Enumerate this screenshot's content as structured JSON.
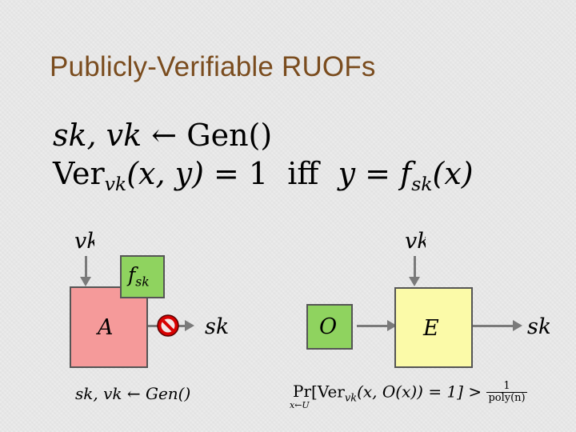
{
  "slide": {
    "title": "Publicly-Verifiable RUOFs",
    "equation1": {
      "lhs": "sk, vk",
      "arrow": "←",
      "rhs": "Gen()"
    },
    "equation2": {
      "ver": "Ver",
      "ver_sub": "vk",
      "args": "(x, y)",
      "eq": "= 1",
      "iff": "iff",
      "y": "y",
      "eq2": "=",
      "f": "f",
      "f_sub": "sk",
      "fx": "(x)"
    }
  },
  "left_diagram": {
    "vk_label": "vk",
    "f_label": "f",
    "f_sub": "sk",
    "a_label": "A",
    "sk_label": "sk",
    "caption": "sk, vk ← Gen()",
    "blocked_icon": "prohibited-icon",
    "colors": {
      "a_box": "#f59a9a",
      "f_box": "#8fd35f"
    }
  },
  "right_diagram": {
    "vk_label": "vk",
    "o_label": "O",
    "e_label": "E",
    "sk_label": "sk",
    "colors": {
      "o_box": "#8fd35f",
      "e_box": "#fbfaa8"
    },
    "caption": {
      "pr": "Pr",
      "pr_sub": "x←U",
      "body_open": "[Ver",
      "ver_sub": "vk",
      "body_rest": "(x, O(x)) = 1] >",
      "frac_num": "1",
      "frac_den": "poly(n)"
    }
  }
}
